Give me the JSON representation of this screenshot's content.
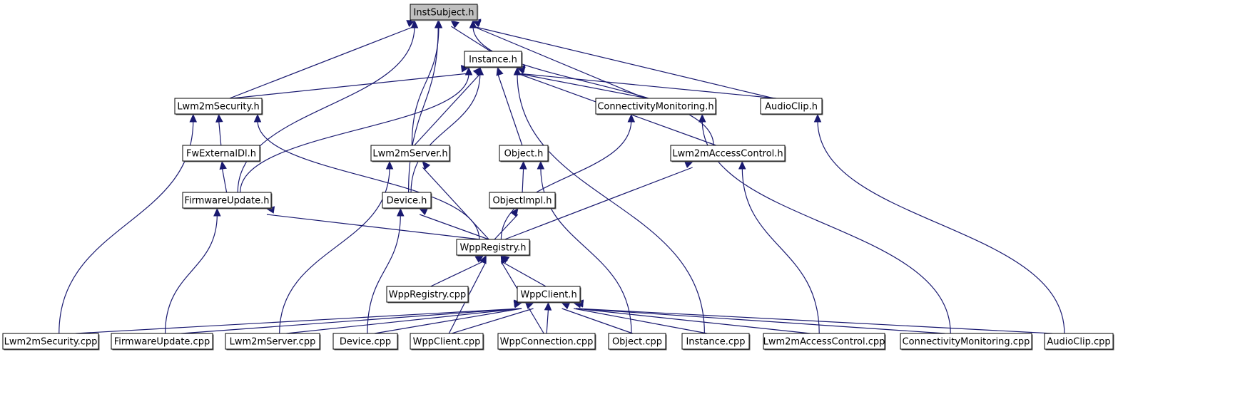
{
  "diagram": {
    "type": "include-dependency-graph",
    "root": "InstSubject.h",
    "colors": {
      "edge": "#191970",
      "root_fill": "#bfbfbf",
      "node_fill": "#ffffff",
      "node_border": "#000000"
    },
    "nodes": [
      {
        "id": "InstSubject.h",
        "label": "InstSubject.h"
      },
      {
        "id": "Instance.h",
        "label": "Instance.h"
      },
      {
        "id": "Lwm2mSecurity.h",
        "label": "Lwm2mSecurity.h"
      },
      {
        "id": "ConnectivityMonitoring.h",
        "label": "ConnectivityMonitoring.h"
      },
      {
        "id": "AudioClip.h",
        "label": "AudioClip.h"
      },
      {
        "id": "FwExternalDl.h",
        "label": "FwExternalDl.h"
      },
      {
        "id": "Lwm2mServer.h",
        "label": "Lwm2mServer.h"
      },
      {
        "id": "Object.h",
        "label": "Object.h"
      },
      {
        "id": "Lwm2mAccessControl.h",
        "label": "Lwm2mAccessControl.h"
      },
      {
        "id": "FirmwareUpdate.h",
        "label": "FirmwareUpdate.h"
      },
      {
        "id": "Device.h",
        "label": "Device.h"
      },
      {
        "id": "ObjectImpl.h",
        "label": "ObjectImpl.h"
      },
      {
        "id": "WppRegistry.h",
        "label": "WppRegistry.h"
      },
      {
        "id": "WppRegistry.cpp",
        "label": "WppRegistry.cpp"
      },
      {
        "id": "WppClient.h",
        "label": "WppClient.h"
      },
      {
        "id": "Lwm2mSecurity.cpp",
        "label": "Lwm2mSecurity.cpp"
      },
      {
        "id": "FirmwareUpdate.cpp",
        "label": "FirmwareUpdate.cpp"
      },
      {
        "id": "Lwm2mServer.cpp",
        "label": "Lwm2mServer.cpp"
      },
      {
        "id": "Device.cpp",
        "label": "Device.cpp"
      },
      {
        "id": "WppClient.cpp",
        "label": "WppClient.cpp"
      },
      {
        "id": "WppConnection.cpp",
        "label": "WppConnection.cpp"
      },
      {
        "id": "Object.cpp",
        "label": "Object.cpp"
      },
      {
        "id": "Instance.cpp",
        "label": "Instance.cpp"
      },
      {
        "id": "Lwm2mAccessControl.cpp",
        "label": "Lwm2mAccessControl.cpp"
      },
      {
        "id": "ConnectivityMonitoring.cpp",
        "label": "ConnectivityMonitoring.cpp"
      },
      {
        "id": "AudioClip.cpp",
        "label": "AudioClip.cpp"
      }
    ],
    "edges": [
      {
        "from": "Instance.h",
        "to": "InstSubject.h"
      },
      {
        "from": "Lwm2mSecurity.h",
        "to": "InstSubject.h"
      },
      {
        "from": "FirmwareUpdate.h",
        "to": "InstSubject.h"
      },
      {
        "from": "Device.h",
        "to": "InstSubject.h"
      },
      {
        "from": "Lwm2mServer.h",
        "to": "InstSubject.h"
      },
      {
        "from": "ConnectivityMonitoring.h",
        "to": "InstSubject.h"
      },
      {
        "from": "Lwm2mAccessControl.h",
        "to": "InstSubject.h"
      },
      {
        "from": "AudioClip.h",
        "to": "InstSubject.h"
      },
      {
        "from": "Lwm2mSecurity.h",
        "to": "Instance.h"
      },
      {
        "from": "FirmwareUpdate.h",
        "to": "Instance.h"
      },
      {
        "from": "Lwm2mServer.h",
        "to": "Instance.h"
      },
      {
        "from": "Device.h",
        "to": "Instance.h"
      },
      {
        "from": "Object.h",
        "to": "Instance.h"
      },
      {
        "from": "Instance.cpp",
        "to": "Instance.h"
      },
      {
        "from": "Lwm2mAccessControl.h",
        "to": "Instance.h"
      },
      {
        "from": "ConnectivityMonitoring.h",
        "to": "Instance.h"
      },
      {
        "from": "AudioClip.h",
        "to": "Instance.h"
      },
      {
        "from": "FwExternalDl.h",
        "to": "Lwm2mSecurity.h"
      },
      {
        "from": "Lwm2mSecurity.cpp",
        "to": "Lwm2mSecurity.h"
      },
      {
        "from": "WppRegistry.h",
        "to": "Lwm2mSecurity.h"
      },
      {
        "from": "FirmwareUpdate.h",
        "to": "FwExternalDl.h"
      },
      {
        "from": "WppRegistry.h",
        "to": "FirmwareUpdate.h"
      },
      {
        "from": "FirmwareUpdate.cpp",
        "to": "FirmwareUpdate.h"
      },
      {
        "from": "Lwm2mServer.cpp",
        "to": "Lwm2mServer.h"
      },
      {
        "from": "WppRegistry.h",
        "to": "Lwm2mServer.h"
      },
      {
        "from": "WppRegistry.h",
        "to": "Device.h"
      },
      {
        "from": "Device.cpp",
        "to": "Device.h"
      },
      {
        "from": "ObjectImpl.h",
        "to": "Object.h"
      },
      {
        "from": "Object.cpp",
        "to": "Object.h"
      },
      {
        "from": "WppRegistry.h",
        "to": "ObjectImpl.h"
      },
      {
        "from": "WppRegistry.h",
        "to": "ConnectivityMonitoring.h"
      },
      {
        "from": "ConnectivityMonitoring.cpp",
        "to": "ConnectivityMonitoring.h"
      },
      {
        "from": "WppRegistry.h",
        "to": "Lwm2mAccessControl.h"
      },
      {
        "from": "Lwm2mAccessControl.cpp",
        "to": "Lwm2mAccessControl.h"
      },
      {
        "from": "AudioClip.cpp",
        "to": "AudioClip.h"
      },
      {
        "from": "WppRegistry.cpp",
        "to": "WppRegistry.h"
      },
      {
        "from": "WppClient.h",
        "to": "WppRegistry.h"
      },
      {
        "from": "WppClient.cpp",
        "to": "WppRegistry.h"
      },
      {
        "from": "WppConnection.cpp",
        "to": "WppRegistry.h"
      },
      {
        "from": "Lwm2mSecurity.cpp",
        "to": "WppClient.h"
      },
      {
        "from": "FirmwareUpdate.cpp",
        "to": "WppClient.h"
      },
      {
        "from": "Lwm2mServer.cpp",
        "to": "WppClient.h"
      },
      {
        "from": "Device.cpp",
        "to": "WppClient.h"
      },
      {
        "from": "WppClient.cpp",
        "to": "WppClient.h"
      },
      {
        "from": "WppConnection.cpp",
        "to": "WppClient.h"
      },
      {
        "from": "Object.cpp",
        "to": "WppClient.h"
      },
      {
        "from": "Instance.cpp",
        "to": "WppClient.h"
      },
      {
        "from": "Lwm2mAccessControl.cpp",
        "to": "WppClient.h"
      },
      {
        "from": "ConnectivityMonitoring.cpp",
        "to": "WppClient.h"
      },
      {
        "from": "AudioClip.cpp",
        "to": "WppClient.h"
      }
    ]
  }
}
